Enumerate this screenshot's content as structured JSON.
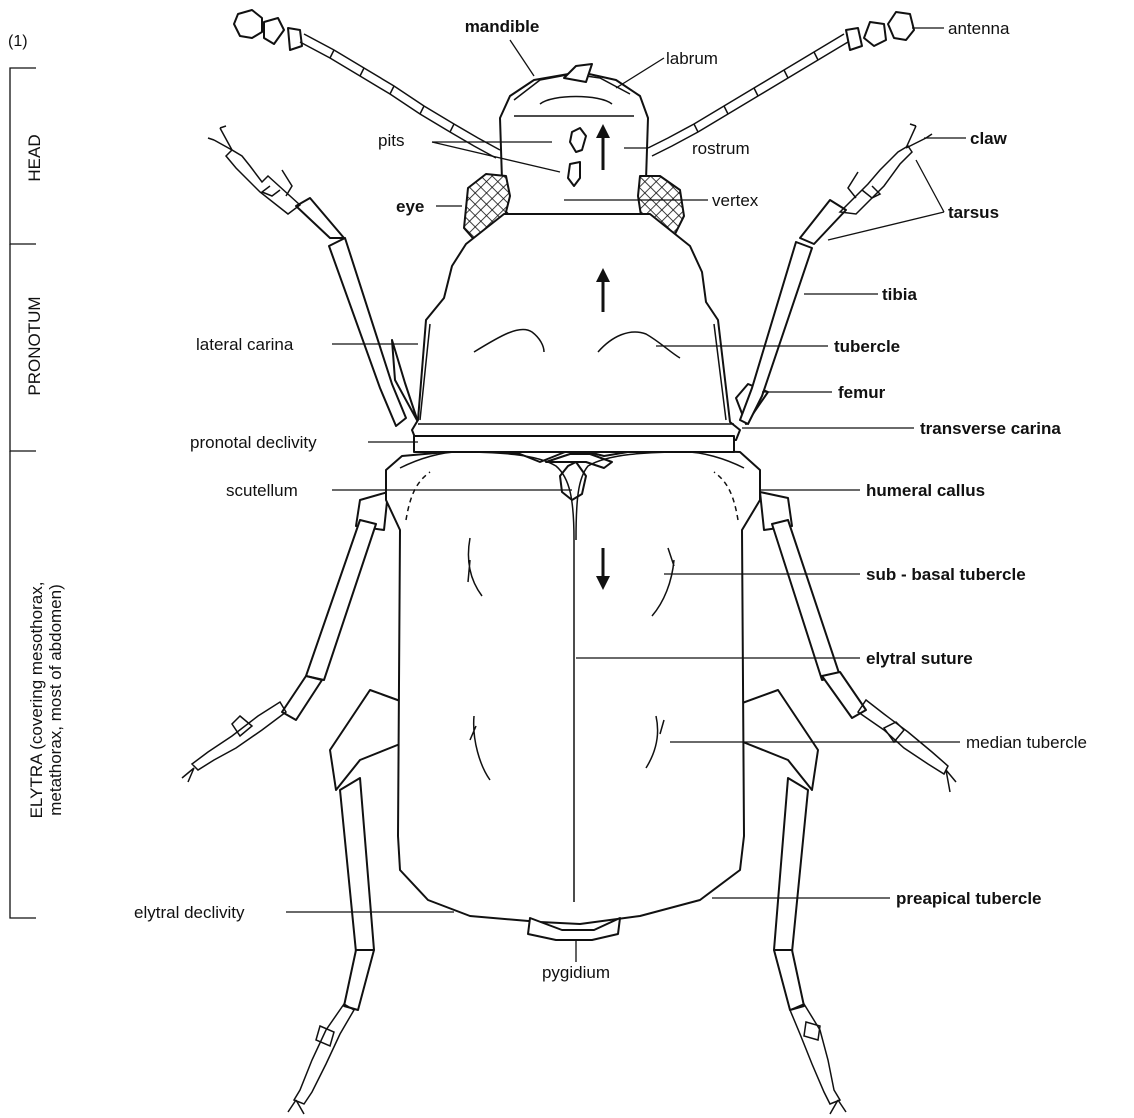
{
  "figure_number": "(1)",
  "side_labels": {
    "head": "HEAD",
    "pronotum": "PRONOTUM",
    "elytra_line1": "ELYTRA (covering mesothorax,",
    "elytra_line2": "metathorax, most of abdomen)"
  },
  "labels": {
    "mandible": "mandible",
    "labrum": "labrum",
    "antenna": "antenna",
    "pits": "pits",
    "rostrum": "rostrum",
    "claw": "claw",
    "eye": "eye",
    "vertex": "vertex",
    "tarsus": "tarsus",
    "tibia": "tibia",
    "lateral_carina": "lateral carina",
    "tubercle": "tubercle",
    "femur": "femur",
    "pronotal_declivity": "pronotal declivity",
    "transverse_carina": "transverse carina",
    "scutellum": "scutellum",
    "humeral_callus": "humeral callus",
    "sub_basal_tubercle": "sub - basal tubercle",
    "elytral_suture": "elytral suture",
    "median_tubercle": "median tubercle",
    "elytral_declivity": "elytral declivity",
    "preapical_tubercle": "preapical tubercle",
    "pygidium": "pygidium"
  }
}
